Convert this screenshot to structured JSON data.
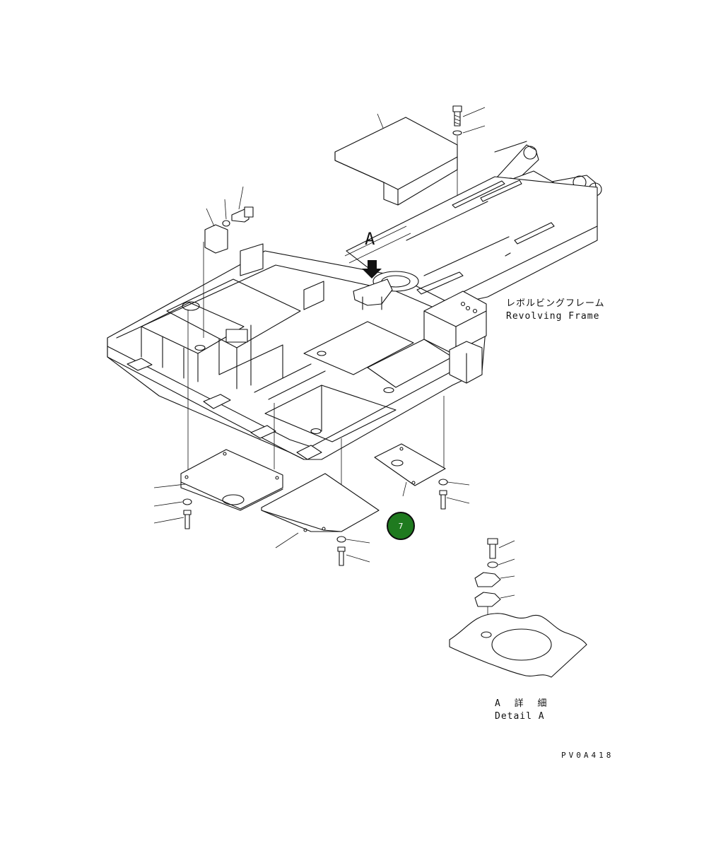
{
  "labels": {
    "view_letter": "A",
    "frame_jp": "レボルビングフレーム",
    "frame_en": "Revolving Frame",
    "detail_jp": "A 詳 細",
    "detail_en": "Detail A",
    "drawing_no": "PV0A418"
  },
  "callout": {
    "number": "7",
    "color": "#1f7a1f"
  }
}
